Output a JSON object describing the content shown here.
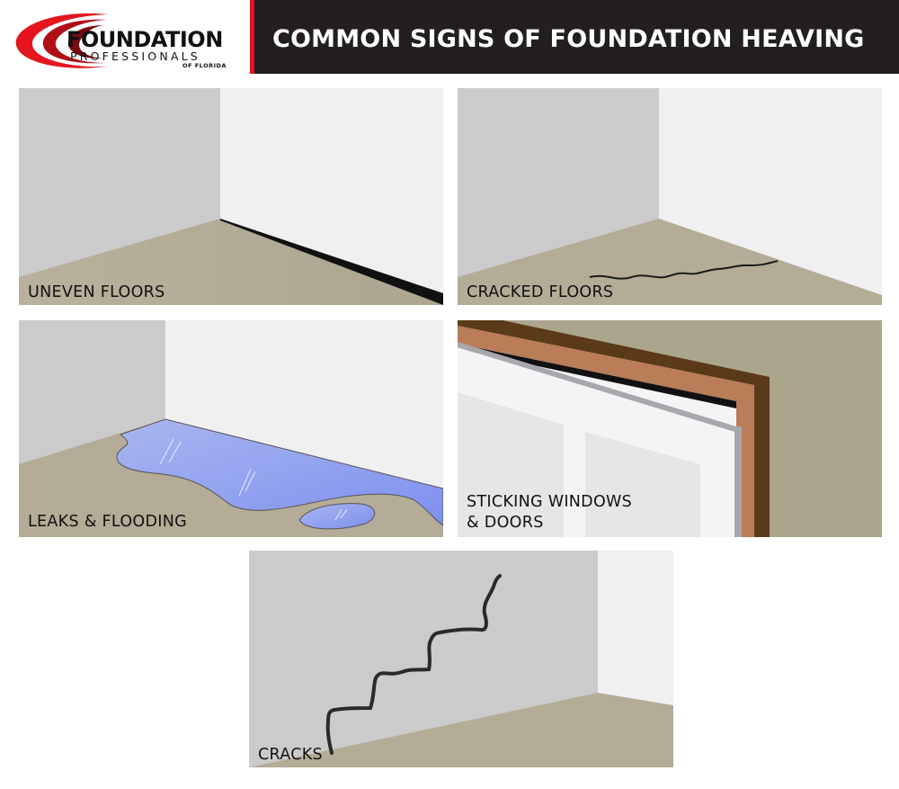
{
  "header": {
    "logo": {
      "line1": "FOUNDATION",
      "line2": "PROFESSIONALS",
      "line3": "OF FLORIDA",
      "accent_color": "#e4151f"
    },
    "title": "COMMON SIGNS OF FOUNDATION HEAVING",
    "bar_color": "#231f20",
    "accent_color": "#e4151f"
  },
  "panels": [
    {
      "id": "uneven-floors",
      "label": "UNEVEN FLOORS"
    },
    {
      "id": "cracked-floors",
      "label": "CRACKED FLOORS"
    },
    {
      "id": "leaks-flooding",
      "label": "LEAKS & FLOODING"
    },
    {
      "id": "sticking-windows-doors",
      "label_line1": "STICKING WINDOWS",
      "label_line2": "& DOORS"
    },
    {
      "id": "cracks",
      "label": "CRACKS"
    }
  ],
  "colors": {
    "wall_left": "#cbcbcb",
    "wall_right": "#f0f0f0",
    "floor": "#b5ad98",
    "water": "#8fa2f0",
    "door_frame": "#b97d57",
    "door_frame_dark": "#5a3a18",
    "door_wall": "#aca58e"
  }
}
